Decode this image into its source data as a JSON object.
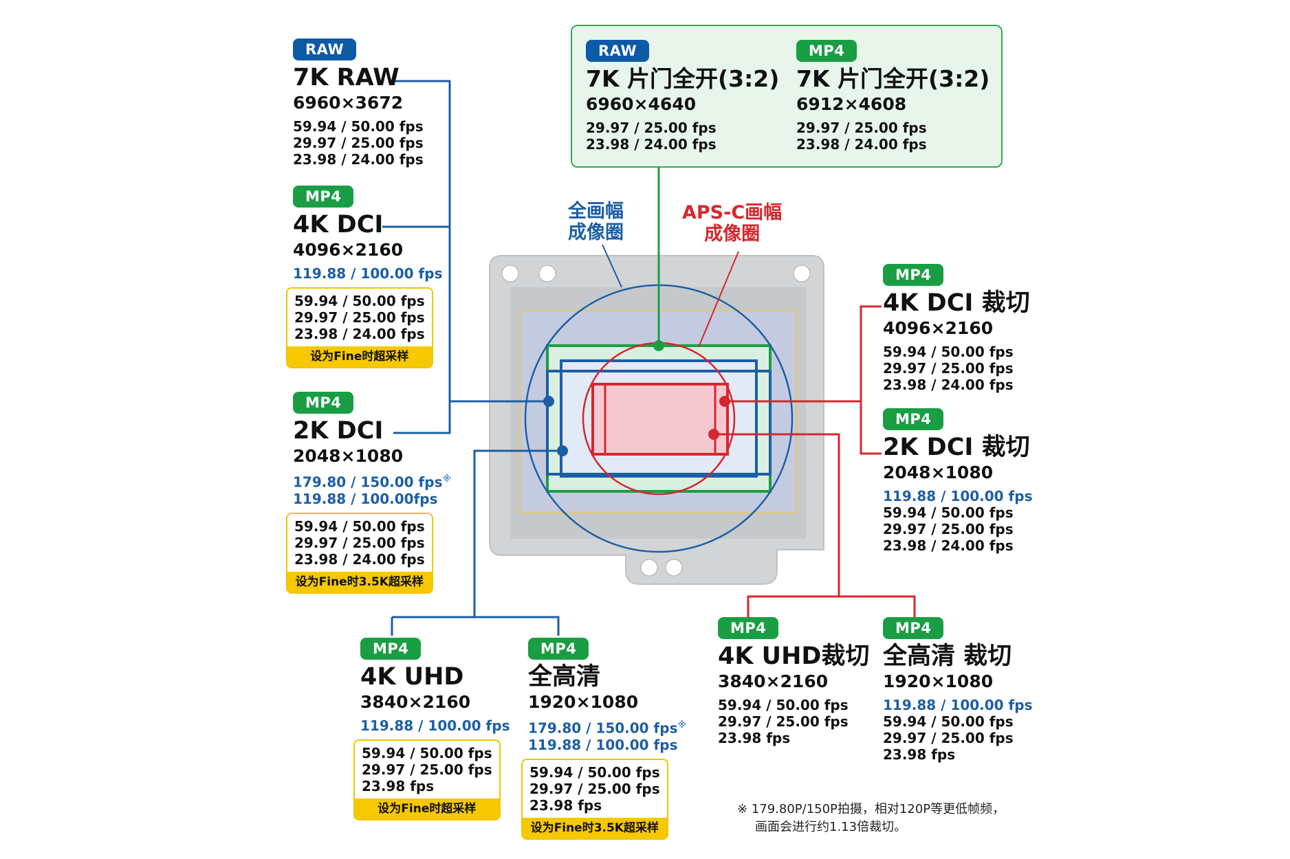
{
  "colors": {
    "raw_badge": "#0d5aa7",
    "mp4_badge": "#1a9e44",
    "blue_line": "#1c5ea5",
    "red_line": "#d7262d",
    "green_line": "#1a9e44",
    "fine_yellow": "#f6c800",
    "highlight_fps": "#1c5ea5"
  },
  "circle_labels": {
    "full_frame": [
      "全画幅",
      "成像圈"
    ],
    "apsc": [
      "APS-C画幅",
      "成像圈"
    ]
  },
  "formats": {
    "raw_7k": {
      "badge": "RAW",
      "title": "7K RAW",
      "resolution": "6960×3672",
      "fps": [
        "59.94 / 50.00 fps",
        "29.97 / 25.00 fps",
        "23.98 / 24.00 fps"
      ]
    },
    "dci_4k": {
      "badge": "MP4",
      "title": "4K DCI",
      "resolution": "4096×2160",
      "fps_high": [
        "119.88 / 100.00 fps"
      ],
      "fps_fine": [
        "59.94 / 50.00 fps",
        "29.97 / 25.00 fps",
        "23.98 / 24.00 fps"
      ],
      "fine_note": "设为Fine时超采样"
    },
    "dci_2k": {
      "badge": "MP4",
      "title": "2K DCI",
      "resolution": "2048×1080",
      "fps_high": [
        "179.80 / 150.00 fps",
        "119.88 / 100.00fps"
      ],
      "fps_high_mark": "※",
      "fps_fine": [
        "59.94 / 50.00 fps",
        "29.97 / 25.00 fps",
        "23.98 / 24.00 fps"
      ],
      "fine_note": "设为Fine时3.5K超采样"
    },
    "raw_open_gate": {
      "badge": "RAW",
      "title": "7K 片门全开(3:2)",
      "resolution": "6960×4640",
      "fps": [
        "29.97 / 25.00 fps",
        "23.98 / 24.00 fps"
      ]
    },
    "mp4_open_gate": {
      "badge": "MP4",
      "title": "7K 片门全开(3:2)",
      "resolution": "6912×4608",
      "fps": [
        "29.97 / 25.00 fps",
        "23.98 / 24.00 fps"
      ]
    },
    "dci_4k_crop": {
      "badge": "MP4",
      "title": "4K DCI 裁切",
      "resolution": "4096×2160",
      "fps": [
        "59.94 / 50.00 fps",
        "29.97 / 25.00 fps",
        "23.98 / 24.00 fps"
      ]
    },
    "dci_2k_crop": {
      "badge": "MP4",
      "title": "2K DCI 裁切",
      "resolution": "2048×1080",
      "fps_high": [
        "119.88 / 100.00 fps"
      ],
      "fps": [
        "59.94 / 50.00 fps",
        "29.97 / 25.00 fps",
        "23.98 / 24.00 fps"
      ]
    },
    "uhd_4k": {
      "badge": "MP4",
      "title": "4K UHD",
      "resolution": "3840×2160",
      "fps_high": [
        "119.88 / 100.00 fps"
      ],
      "fps_fine": [
        "59.94 / 50.00 fps",
        "29.97 / 25.00 fps",
        "23.98 fps"
      ],
      "fine_note": "设为Fine时超采样"
    },
    "fhd": {
      "badge": "MP4",
      "title": "全高清",
      "resolution": "1920×1080",
      "fps_high": [
        "179.80 / 150.00 fps",
        "119.88 / 100.00 fps"
      ],
      "fps_high_mark": "※",
      "fps_fine": [
        "59.94 / 50.00 fps",
        "29.97 / 25.00 fps",
        "23.98 fps"
      ],
      "fine_note": "设为Fine时3.5K超采样"
    },
    "uhd_4k_crop": {
      "badge": "MP4",
      "title": "4K UHD裁切",
      "resolution": "3840×2160",
      "fps": [
        "59.94 / 50.00 fps",
        "29.97 / 25.00 fps",
        "23.98 fps"
      ]
    },
    "fhd_crop": {
      "badge": "MP4",
      "title": "全高清 裁切",
      "resolution": "1920×1080",
      "fps_high": [
        "119.88 / 100.00 fps"
      ],
      "fps": [
        "59.94 / 50.00 fps",
        "29.97 / 25.00 fps",
        "23.98 fps"
      ]
    }
  },
  "footnote": [
    "※ 179.80P/150P拍摄，相对120P等更低帧频，",
    "画面会进行约1.13倍裁切。"
  ]
}
